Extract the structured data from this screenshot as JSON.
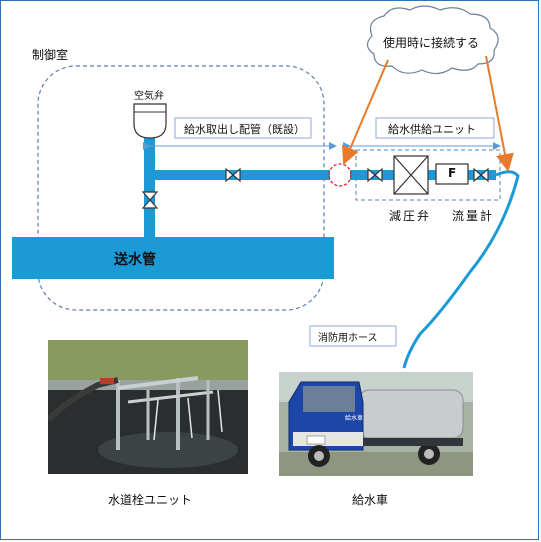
{
  "labels": {
    "control_room": "制御室",
    "air_valve": "空気弁",
    "existing_pipe": "給水取出し配管（既設）",
    "supply_unit": "給水供給ユニット",
    "connect_when_used": "使用時に接続する",
    "pressure_reducing_valve": "減圧弁",
    "flow_meter": "流量計",
    "flow_meter_symbol": "F",
    "water_main": "送水管",
    "fire_hose": "消防用ホース",
    "hydrant_unit": "水道栓ユニット",
    "water_truck": "給水車",
    "truck_plate": "給水車"
  },
  "colors": {
    "pipe": "#1b9ad6",
    "frame": "#2e74b5",
    "arrow_orange": "#e87a2a",
    "dashed_circle": "#e02020",
    "truck_cab": "#1c46a8"
  }
}
